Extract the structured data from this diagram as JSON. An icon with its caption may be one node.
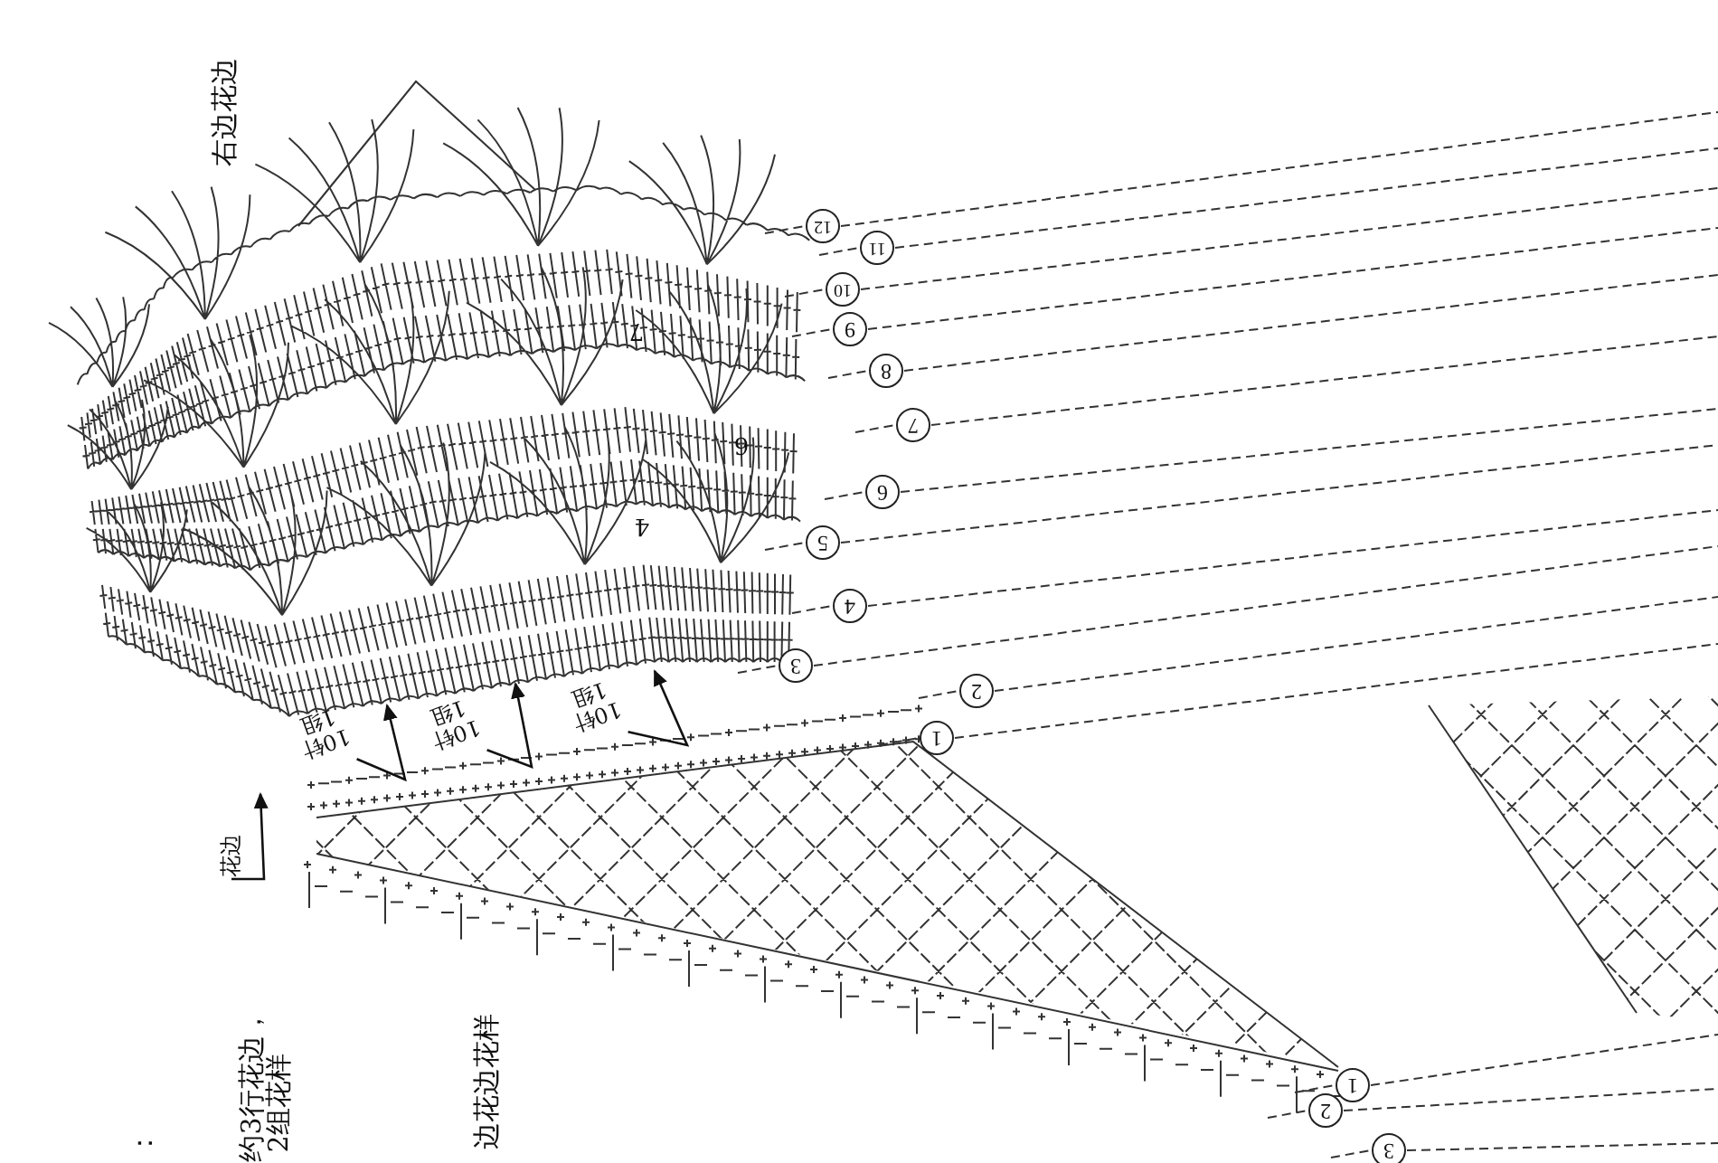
{
  "diagram": {
    "nodes": [
      {
        "text": [
          "10针1组"
        ]
      },
      {
        "text": [
          "10针1组"
        ]
      },
      {
        "text": [
          "10针1组"
        ]
      },
      {
        "text": [
          "花边"
        ]
      }
    ],
    "edges": [
      {
        "from": 0,
        "to": null,
        "arrow": "to"
      },
      {
        "from": 1,
        "to": null,
        "arrow": "to"
      },
      {
        "from": 2,
        "to": null,
        "arrow": "to"
      },
      {
        "from": 3,
        "to": null,
        "arrow": "to"
      }
    ],
    "labels": [
      "右边花边",
      "12",
      "11",
      "10",
      "9",
      "8",
      "7",
      "6",
      "5",
      "4",
      "3",
      "2",
      "1",
      "7",
      "6",
      "4",
      "1",
      "2",
      "3",
      "约3行花边，",
      "2组花样",
      "边花边花样",
      "："
    ]
  }
}
